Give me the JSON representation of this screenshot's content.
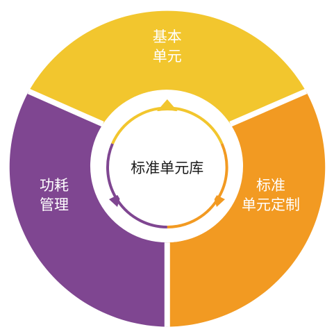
{
  "diagram": {
    "center": {
      "label": "标准单元库"
    },
    "segments": [
      {
        "id": "basic",
        "lines": [
          "基本",
          "单元"
        ],
        "color": "#F2C62E"
      },
      {
        "id": "custom",
        "lines": [
          "标准",
          "单元定制"
        ],
        "color": "#F29A22"
      },
      {
        "id": "power",
        "lines": [
          "功耗",
          "管理"
        ],
        "color": "#7F4691"
      }
    ],
    "colors": {
      "ring_gap": "#ffffff",
      "center_fill": "#ffffff",
      "center_text": "#1a1a1a",
      "segment_text": "#ffffff"
    }
  }
}
